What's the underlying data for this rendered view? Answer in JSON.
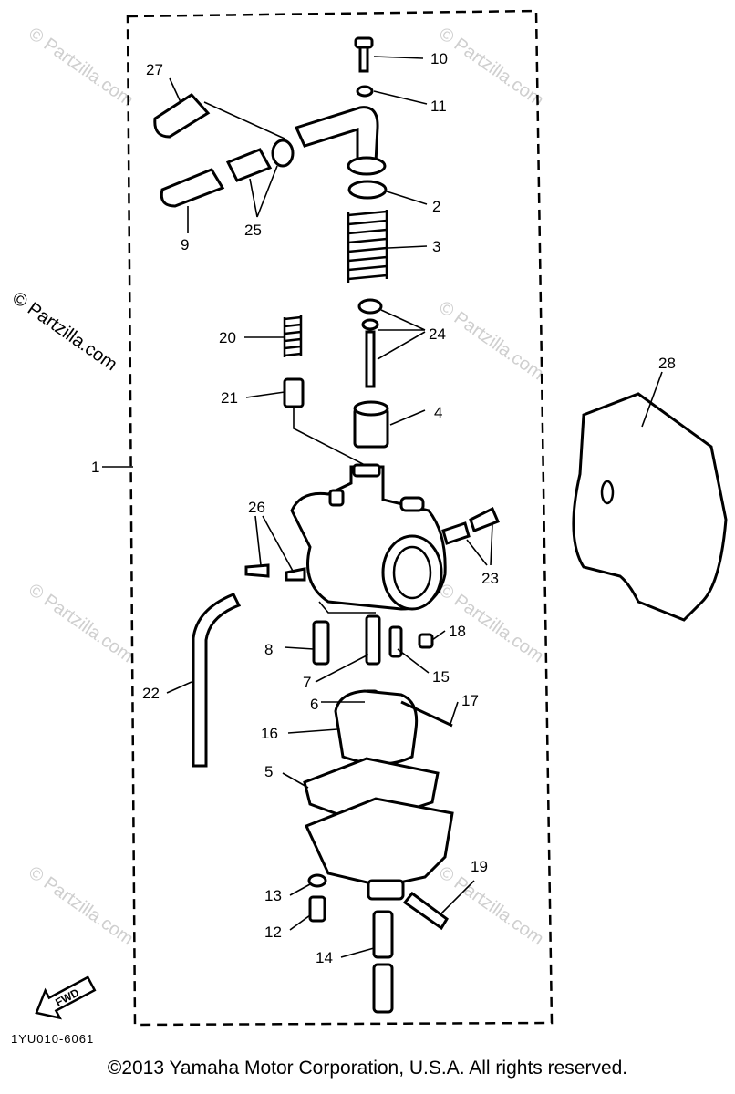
{
  "diagram": {
    "part_labels": {
      "p1": "1",
      "p2": "2",
      "p3": "3",
      "p4": "4",
      "p5": "5",
      "p6": "6",
      "p7": "7",
      "p8": "8",
      "p9": "9",
      "p10": "10",
      "p11": "11",
      "p12": "12",
      "p13": "13",
      "p14": "14",
      "p15": "15",
      "p16": "16",
      "p17": "17",
      "p18": "18",
      "p19": "19",
      "p20": "20",
      "p21": "21",
      "p22": "22",
      "p23": "23",
      "p24": "24",
      "p25": "25",
      "p26": "26",
      "p27": "27",
      "p28": "28"
    },
    "fwd_label": "FWD",
    "figure_code": "1YU010-6061",
    "watermark_vertical": "© Partzilla.com",
    "watermark_faint": "© Partzilla.com"
  },
  "footer": {
    "copyright": "©2013 Yamaha Motor Corporation, U.S.A. All rights reserved."
  },
  "colors": {
    "ink": "#000000",
    "paper": "#ffffff",
    "watermark": "#cfcfcf"
  }
}
